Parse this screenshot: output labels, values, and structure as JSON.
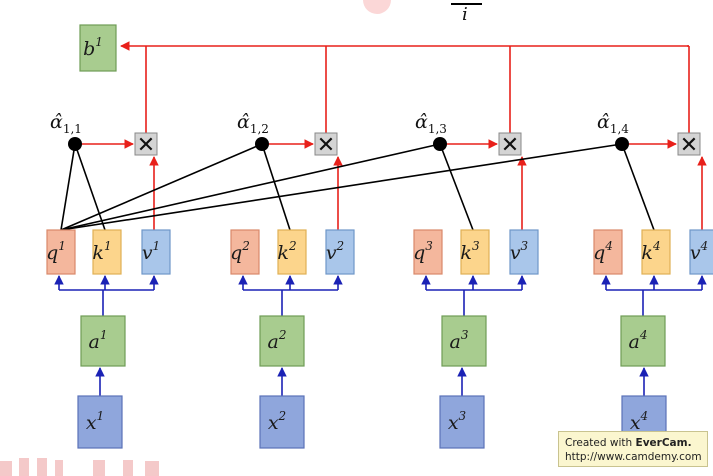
{
  "top_fragment": "i",
  "output": {
    "base": "b",
    "sup": "1"
  },
  "attention_scores": [
    {
      "base": "α̂",
      "sub": "1,1"
    },
    {
      "base": "α̂",
      "sub": "1,2"
    },
    {
      "base": "α̂",
      "sub": "1,3"
    },
    {
      "base": "α̂",
      "sub": "1,4"
    }
  ],
  "multiply_symbol": "✕",
  "positions": [
    {
      "q": "q",
      "k": "k",
      "v": "v",
      "a": "a",
      "x": "x",
      "sup": "1"
    },
    {
      "q": "q",
      "k": "k",
      "v": "v",
      "a": "a",
      "x": "x",
      "sup": "2"
    },
    {
      "q": "q",
      "k": "k",
      "v": "v",
      "a": "a",
      "x": "x",
      "sup": "3"
    },
    {
      "q": "q",
      "k": "k",
      "v": "v",
      "a": "a",
      "x": "x",
      "sup": "4"
    }
  ],
  "colors": {
    "q_fill": "#f4b79d",
    "q_stroke": "#d9886a",
    "k_fill": "#fcd58c",
    "k_stroke": "#e0b055",
    "v_fill": "#a9c6ea",
    "v_stroke": "#6f97c9",
    "a_fill": "#a8cc8f",
    "a_stroke": "#6f9c56",
    "x_fill": "#8fa6dc",
    "x_stroke": "#5a72b8",
    "b_fill": "#a8cc8f",
    "b_stroke": "#6f9c56",
    "red_arrow": "#e8201a",
    "blue_arrow": "#1b22b5",
    "black_line": "#000000",
    "mult_fill": "#d4d4d4"
  },
  "watermark": {
    "line1_prefix": "Created with ",
    "line1_brand": "EverCam.",
    "line2": "http://www.camdemy.com"
  }
}
